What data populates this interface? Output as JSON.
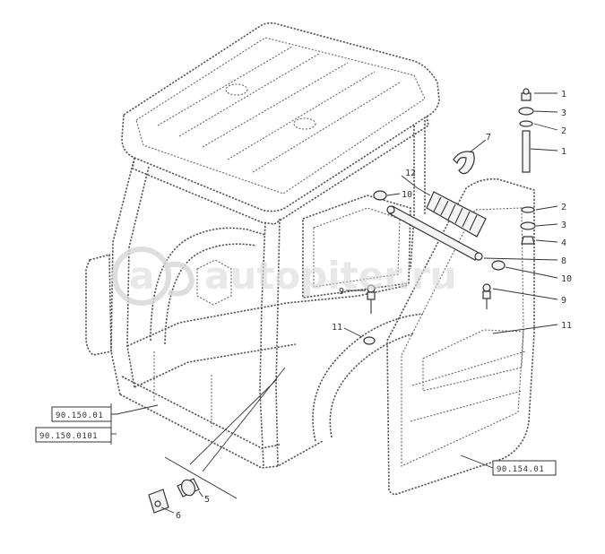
{
  "callouts": {
    "c1_top": "1",
    "c3_top": "3",
    "c2_top": "2",
    "c1_rod": "1",
    "c7": "7",
    "c12": "12",
    "c10_left": "10",
    "c2_right": "2",
    "c3_right": "3",
    "c4_right": "4",
    "c8": "8",
    "c10_right": "10",
    "c9_right": "9",
    "c9_left": "9",
    "c11_left": "11",
    "c11_right": "11",
    "c5": "5",
    "c6": "6"
  },
  "references": {
    "ref_a": "90.150.01",
    "ref_b": "90.150.0101",
    "ref_c": "90.154.01"
  },
  "watermark": {
    "text": "autopiter.ru",
    "logo_letters": "a"
  }
}
